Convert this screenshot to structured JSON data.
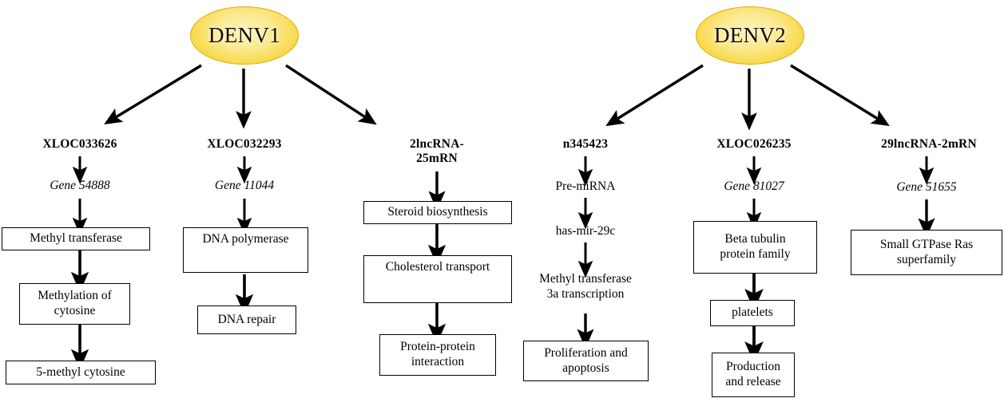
{
  "diagram": {
    "title_nodes": [
      {
        "id": "denv1",
        "label": "DENV1"
      },
      {
        "id": "denv2",
        "label": "DENV2"
      }
    ],
    "colors": {
      "ellipse_fill_center": "#fdf2b8",
      "ellipse_fill_edge": "#f2c90f",
      "ellipse_stroke": "#d9ab07",
      "arrow": "#000000",
      "box_stroke": "#000000",
      "text": "#000000",
      "background": "#ffffff"
    },
    "branches": [
      {
        "parent": "DENV1",
        "rna": "XLOC033626",
        "gene": "Gene 54888",
        "steps": [
          "Methyl transferase",
          "Methylation  of cytosine",
          "5-methyl  cytosine"
        ]
      },
      {
        "parent": "DENV1",
        "rna": "XLOC032293",
        "gene": "Gene 11044",
        "steps": [
          "DNA polymerase",
          "DNA repair"
        ]
      },
      {
        "parent": "DENV1",
        "rna": "2lncRNA-25mRN",
        "gene": "",
        "steps": [
          "Steroid biosynthesis",
          "Cholesterol transport",
          "Protein-protein interaction"
        ]
      },
      {
        "parent": "DENV2",
        "rna": "n345423",
        "gene": "",
        "steps": [
          "Pre-miRNA",
          "has-mir-29c",
          "Methyl transferase 3a transcription",
          "Proliferation  and apoptosis"
        ]
      },
      {
        "parent": "DENV2",
        "rna": "XLOC026235",
        "gene": "Gene 81027",
        "steps": [
          "Beta tubulin protein family",
          "platelets",
          "Production and release"
        ]
      },
      {
        "parent": "DENV2",
        "rna": "29lncRNA-2mRN",
        "gene": "Gene 51655",
        "steps": [
          "Small  GTPase Ras superfamily"
        ]
      }
    ],
    "labels": {
      "denv1": "DENV1",
      "denv2": "DENV2",
      "rna_1": "XLOC033626",
      "rna_2": "XLOC032293",
      "rna_3_line1": "2lncRNA-",
      "rna_3_line2": "25mRN",
      "rna_4": "n345423",
      "rna_5": "XLOC026235",
      "rna_6": "29lncRNA-2mRN",
      "gene_1": "Gene 54888",
      "gene_2": "Gene 11044",
      "gene_5": "Gene 81027",
      "gene_6": "Gene 51655",
      "b1_1": "Methyl  transferase",
      "b1_2_line1": "Methylation  of",
      "b1_2_line2": "cytosine",
      "b1_3": "5-methyl  cytosine",
      "b2_1": "DNA polymerase",
      "b2_2": "DNA repair",
      "b3_1": "Steroid biosynthesis",
      "b3_2": "Cholesterol transport",
      "b3_3_line1": "Protein-protein",
      "b3_3_line2": "interaction",
      "b4_1": "Pre-miRNA",
      "b4_2": "has-mir-29c",
      "b4_3_line1": "Methyl  transferase",
      "b4_3_line2": "3a transcription",
      "b4_4_line1": "Proliferation  and",
      "b4_4_line2": "apoptosis",
      "b5_1_line1": "Beta tubulin",
      "b5_1_line2": "protein family",
      "b5_2": "platelets",
      "b5_3_line1": "Production",
      "b5_3_line2": "and release",
      "b6_1_line1": "Small  GTPase Ras",
      "b6_1_line2": "superfamily"
    }
  }
}
